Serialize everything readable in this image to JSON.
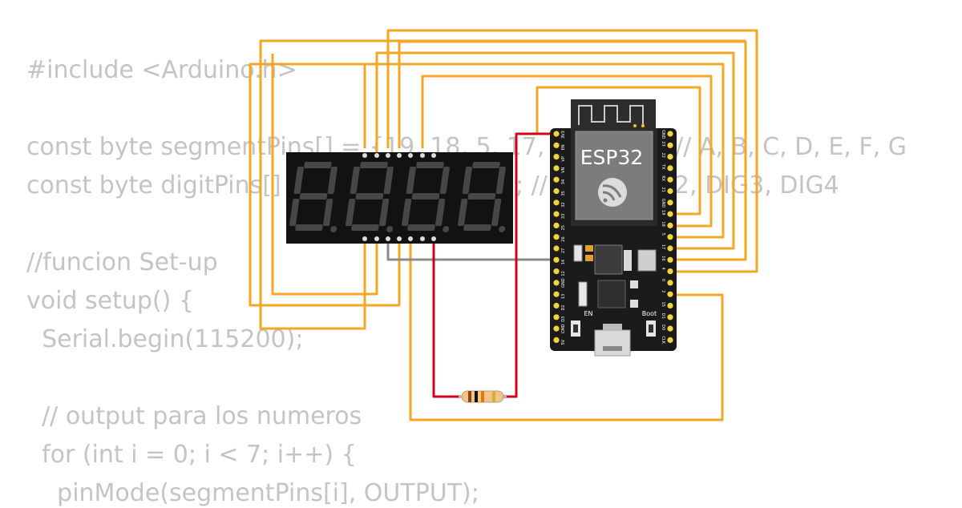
{
  "code_lines": [
    "#include <Arduino.h>",
    "",
    "const byte segmentPins[] = {19, 18, 5, 17, 16, 4, 0}; // A, B, C, D, E, F, G",
    "const byte digitPins[] = {21, 22, 23, 15}; // DIG1, DIG2, DIG3, DIG4",
    "",
    "//funcion Set-up",
    "void setup() {",
    "  Serial.begin(115200);",
    "",
    "  // output para los numeros",
    "  for (int i = 0; i < 7; i++) {",
    "    pinMode(segmentPins[i], OUTPUT);"
  ],
  "esp32": {
    "label": "ESP32",
    "en_label": "EN",
    "boot_label": "Boot",
    "left_pins": [
      "3V3",
      "EN",
      "VP",
      "VN",
      "34",
      "35",
      "32",
      "33",
      "25",
      "26",
      "27",
      "14",
      "12",
      "GND",
      "13",
      "D2",
      "D3",
      "CMD",
      "5V"
    ],
    "right_pins": [
      "GND",
      "23",
      "22",
      "TX",
      "RX",
      "21",
      "GND",
      "19",
      "18",
      "5",
      "17",
      "16",
      "4",
      "0",
      "2",
      "15",
      "D1",
      "D0",
      "CLK"
    ]
  },
  "colors": {
    "wire_orange": "#f5a623",
    "wire_red": "#d0021b",
    "wire_gray": "#8a8a8a",
    "board": "#1b1b1b",
    "pin_header": "#f2d43a",
    "display_bg": "#121212",
    "segment_off": "#474747"
  }
}
